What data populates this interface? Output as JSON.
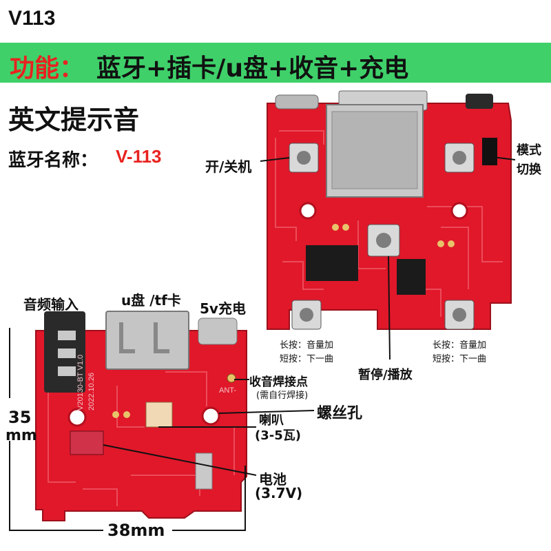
{
  "header": {
    "model": "V113",
    "function_prefix": "功能：",
    "function_text": "蓝牙+插卡/u盘+收音+充电",
    "prompt_title": "英文提示音",
    "bt_name_label": "蓝牙名称：",
    "bt_name_value": "V-113"
  },
  "top_board": {
    "power_label": "开/关机",
    "mode_label_line1": "模式",
    "mode_label_line2": "切换",
    "left_button_long": "长按：音量加",
    "left_button_short": "短按：下一曲",
    "right_button_long": "长按：音量加",
    "right_button_short": "短按：下一曲",
    "pause_label": "暂停/播放"
  },
  "bottom_board": {
    "audio_in_label": "音频输入",
    "usb_tf_label": "u盘 /tf卡",
    "charge_label": "5v充电",
    "radio_label": "收音焊接点",
    "radio_sub": "(需自行焊接)",
    "screw_label": "螺丝孔",
    "speaker_label": "喇叭",
    "speaker_sub": "(3-5瓦)",
    "battery_label": "电池",
    "battery_sub": "(3.7V)",
    "height_value": "35",
    "height_unit": "mm",
    "width_label": "38mm",
    "pcb_text": "V20130-BT V1.0",
    "pcb_date": "2022.10.26",
    "pcb_ant": "ANT-"
  },
  "colors": {
    "pcb_red": "#e0182a",
    "function_bar": "#3fd06a",
    "accent_red": "#e8221f"
  }
}
